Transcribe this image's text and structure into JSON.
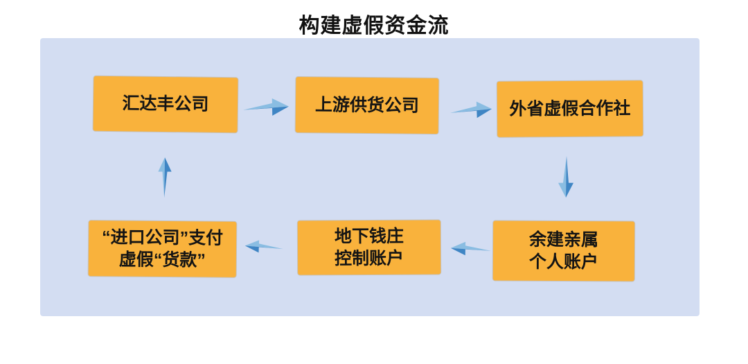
{
  "title": "构建虚假资金流",
  "colors": {
    "page_bg": "#ffffff",
    "panel_bg": "#d3ddf2",
    "node_bg": "#f9b23c",
    "node_text": "#141414",
    "arrow_light": "#8abde2",
    "arrow_dark": "#3f85c4",
    "title_text": "#111111"
  },
  "diagram": {
    "nodes": [
      {
        "label": "汇达丰公司"
      },
      {
        "label": "上游供货公司"
      },
      {
        "label": "外省虚假合作社"
      },
      {
        "line1": "“进口公司”支付",
        "line2": "虚假“货款”"
      },
      {
        "line1": "地下钱庄",
        "line2": "控制账户"
      },
      {
        "line1": "余建亲属",
        "line2": "个人账户"
      }
    ],
    "flow_description": [
      "汇达丰公司 → 上游供货公司",
      "上游供货公司 → 外省虚假合作社",
      "外省虚假合作社 → 余建亲属个人账户",
      "余建亲属个人账户 → 地下钱庄控制账户",
      "地下钱庄控制账户 → “进口公司”支付虚假“货款”",
      "“进口公司”支付虚假“货款” → 汇达丰公司"
    ]
  }
}
